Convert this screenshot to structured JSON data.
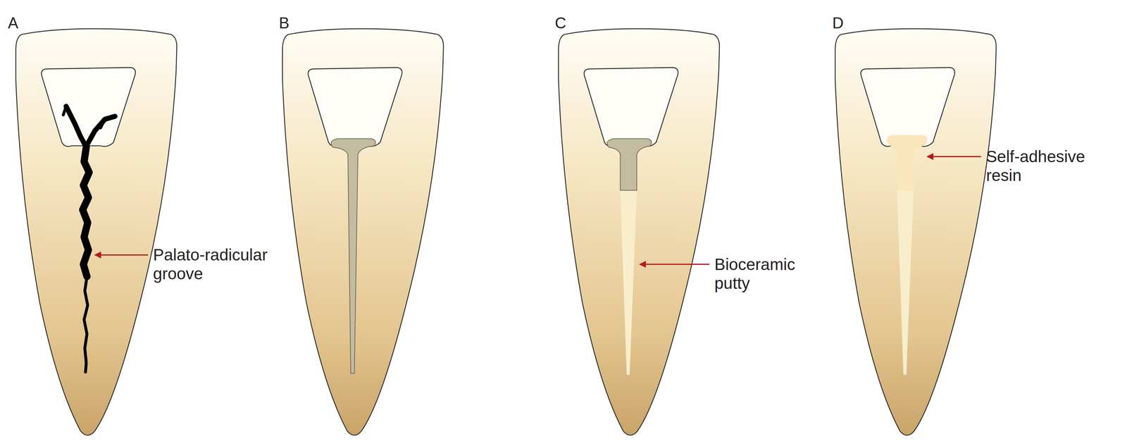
{
  "diagram": {
    "labels": [
      "A",
      "B",
      "C",
      "D",
      "Palato-radicular groove",
      "Bioceramic putty",
      "Self-adhesive resin"
    ]
  }
}
